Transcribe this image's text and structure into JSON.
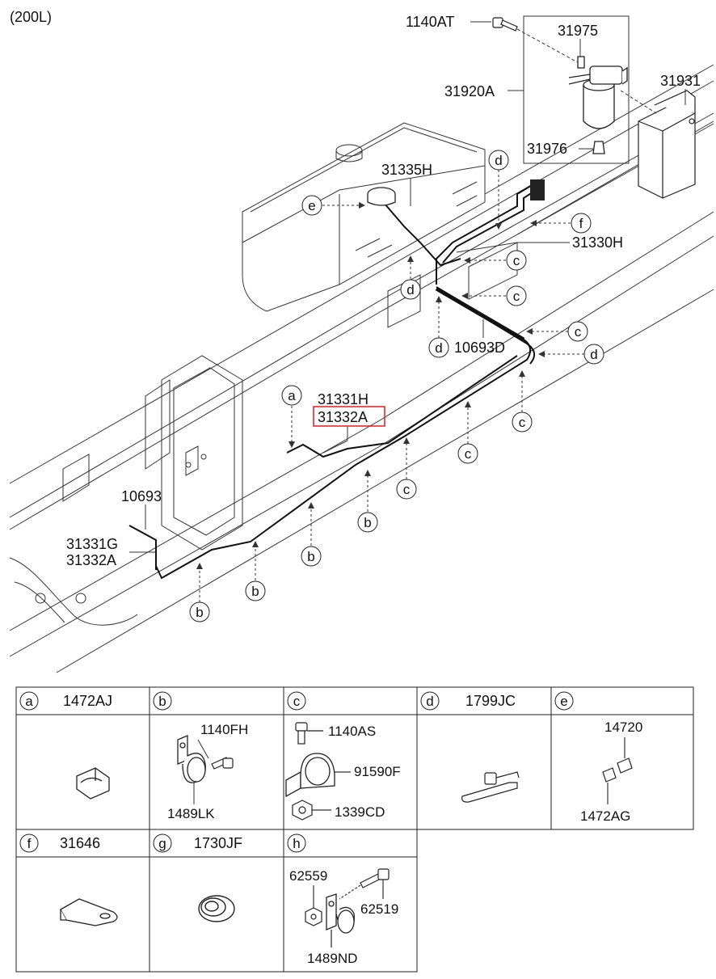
{
  "diagram": {
    "variant_label": "(200L)",
    "callouts": {
      "p1140AT": "1140AT",
      "p31975": "31975",
      "p31920A": "31920A",
      "p31931": "31931",
      "p31976": "31976",
      "p31335H": "31335H",
      "p31330H": "31330H",
      "p10693D": "10693D",
      "p31331H": "31331H",
      "p31332A_highlight": "31332A",
      "p10693": "10693",
      "p31331G": "31331G",
      "p31332A": "31332A"
    },
    "circle_refs": [
      "a",
      "b",
      "c",
      "d",
      "e",
      "f",
      "g",
      "h"
    ],
    "highlight_color": "#e8191a"
  },
  "parts_table": {
    "cells": [
      {
        "letter": "a",
        "code": "1472AJ",
        "parts": []
      },
      {
        "letter": "b",
        "code": "",
        "parts": [
          "1140FH",
          "1489LK"
        ]
      },
      {
        "letter": "c",
        "code": "",
        "parts": [
          "1140AS",
          "91590F",
          "1339CD"
        ]
      },
      {
        "letter": "d",
        "code": "1799JC",
        "parts": []
      },
      {
        "letter": "e",
        "code": "",
        "parts": [
          "14720",
          "1472AG"
        ]
      },
      {
        "letter": "f",
        "code": "31646",
        "parts": []
      },
      {
        "letter": "g",
        "code": "1730JF",
        "parts": []
      },
      {
        "letter": "h",
        "code": "",
        "parts": [
          "62559",
          "62519",
          "1489ND"
        ]
      }
    ]
  }
}
